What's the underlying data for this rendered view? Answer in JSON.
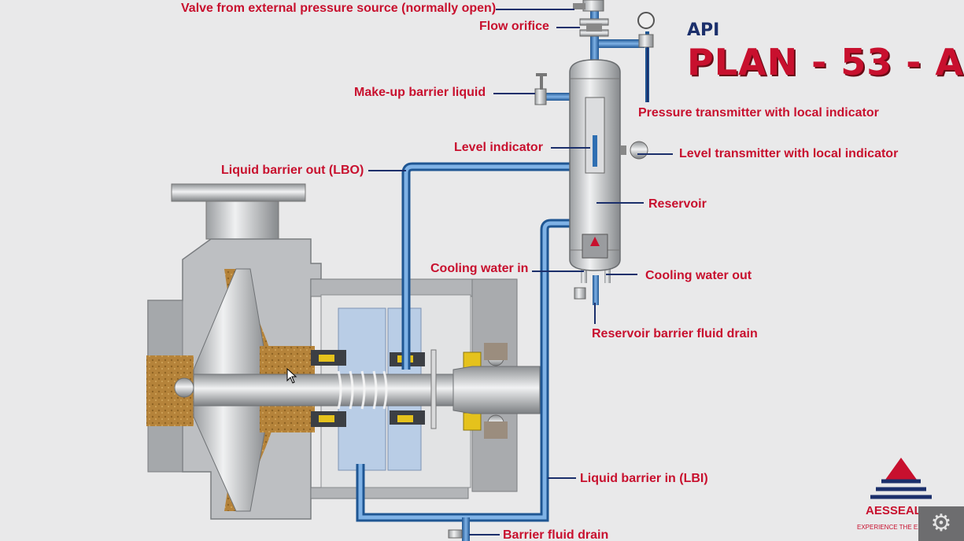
{
  "title": {
    "api": "API",
    "plan": "PLAN - 53 - A"
  },
  "labels": {
    "valve_external": "Valve from external pressure source (normally open)",
    "flow_orifice": "Flow orifice",
    "makeup": "Make-up barrier liquid",
    "pressure_tx": "Pressure transmitter with local indicator",
    "level_indicator": "Level indicator",
    "level_tx": "Level transmitter with local indicator",
    "lbo": "Liquid barrier out (LBO)",
    "reservoir": "Reservoir",
    "cw_in": "Cooling water in",
    "cw_out": "Cooling water out",
    "res_drain": "Reservoir barrier fluid drain",
    "lbi": "Liquid barrier in (LBI)",
    "barrier_drain": "Barrier fluid drain"
  },
  "logo": {
    "brand": "AESSEAL",
    "tagline": "EXPERIENCE THE EXC"
  },
  "settings_icon": "gear-icon",
  "colors": {
    "label": "#c8102e",
    "pipe": "#2f6fb2",
    "steel": "#c6c8cb",
    "casing": "#a9abad",
    "brass": "#b98a3e"
  }
}
